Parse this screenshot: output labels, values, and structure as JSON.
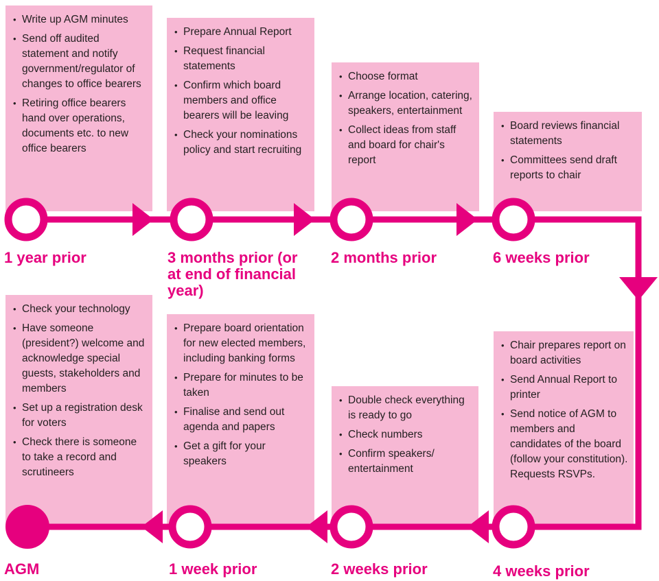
{
  "colors": {
    "accent": "#e6007e",
    "box": "#f7b8d4",
    "text": "#231f20"
  },
  "stages": [
    {
      "id": "1-year-prior",
      "label": "1 year prior",
      "filled": false,
      "items": [
        "Write up AGM minutes",
        "Send off audited statement and notify government/regulator of changes to office bearers",
        "Retiring office bearers hand over operations, documents etc. to new office bearers"
      ]
    },
    {
      "id": "3-months-prior",
      "label": "3 months prior (or at end of financial year)",
      "filled": false,
      "items": [
        "Prepare Annual Report",
        "Request financial statements",
        "Confirm which board members and office bearers will be leaving",
        "Check your nominations policy and start recruiting"
      ]
    },
    {
      "id": "2-months-prior",
      "label": "2 months prior",
      "filled": false,
      "items": [
        "Choose format",
        "Arrange location, catering, speakers, entertainment",
        "Collect ideas from staff and board for chair's report"
      ]
    },
    {
      "id": "6-weeks-prior",
      "label": "6 weeks prior",
      "filled": false,
      "items": [
        "Board reviews financial statements",
        "Committees send draft reports to chair"
      ]
    },
    {
      "id": "4-weeks-prior",
      "label": "4 weeks prior",
      "filled": false,
      "items": [
        "Chair prepares report on board activities",
        "Send Annual Report to printer",
        "Send notice of AGM to members and candidates of the board (follow your constitution). Requests RSVPs."
      ]
    },
    {
      "id": "2-weeks-prior",
      "label": "2 weeks prior",
      "filled": false,
      "items": [
        "Double check everything is ready to go",
        "Check numbers",
        "Confirm speakers/ entertainment"
      ]
    },
    {
      "id": "1-week-prior",
      "label": "1 week prior",
      "filled": false,
      "items": [
        "Prepare board orientation for new elected members, including banking forms",
        "Prepare for minutes to be taken",
        "Finalise and send out agenda and papers",
        "Get a gift for your speakers"
      ]
    },
    {
      "id": "agm",
      "label": "AGM",
      "filled": true,
      "items": [
        "Check your technology",
        "Have someone (president?) welcome and acknowledge special guests, stakeholders and members",
        "Set up a registration desk for voters",
        "Check there is someone to take a record and scrutineers"
      ]
    }
  ]
}
